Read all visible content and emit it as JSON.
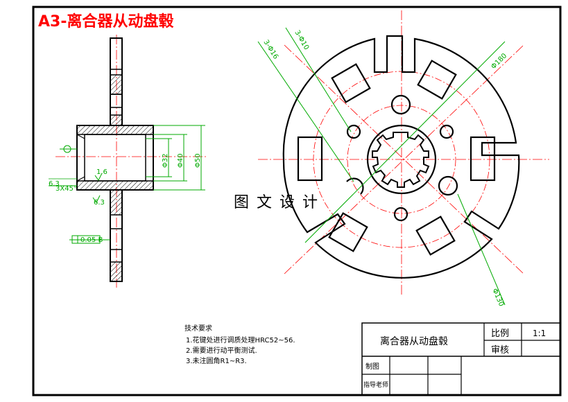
{
  "sheet_title": "A3-离合器从动盘毂",
  "watermark": "图 文 设 计",
  "section_dims": {
    "d32": "Φ32",
    "d40": "Φ40",
    "d50": "Φ50",
    "chamfer": "3X45°",
    "rough_a": "6.3",
    "rough_b": "1.6",
    "rough_c": "6.3",
    "runout": "0.05 B",
    "datum": "B"
  },
  "view_dims": {
    "hole_big": "3-Φ16",
    "hole_small": "3-Φ10",
    "d180": "Φ180",
    "d130": "Φ130"
  },
  "notes": {
    "heading": "技术要求",
    "line1": "1.花键处进行调质处理HRC52~56.",
    "line2": "2.需要进行动平衡测试.",
    "line3": "3.未注圆角R1~R3."
  },
  "title_block": {
    "part_name": "离合器从动盘毂",
    "scale_label": "比例",
    "scale_value": "1:1",
    "review_label": "审核",
    "drawn_label": "制图",
    "advisor_label": "指导老师"
  },
  "colors": {
    "outline": "#000000",
    "center_line": "#ff0000",
    "dimension": "#00aa00",
    "title": "#ff0000"
  }
}
